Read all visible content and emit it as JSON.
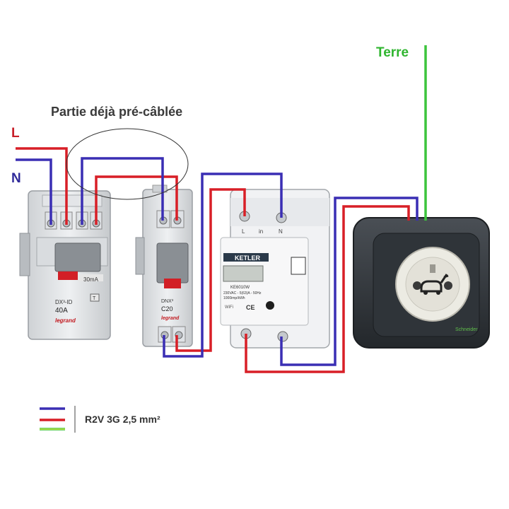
{
  "labels": {
    "terre": "Terre",
    "phase": "L",
    "neutral": "N",
    "prewired_note": "Partie déjà pré-câblée"
  },
  "legend": {
    "cable": "R2V 3G 2,5 mm²"
  },
  "devices": {
    "differential": {
      "type_label": "DX³-ID",
      "rating": "40A",
      "sensitivity": "30mA",
      "brand": "legrand",
      "test_label": "T"
    },
    "breaker": {
      "type_label": "DNX³",
      "rating": "C20",
      "brand": "legrand"
    },
    "meter": {
      "brand": "KETLER",
      "model": "KE6010W",
      "spec_line1": "230VAC - 5(63)A - 50Hz",
      "spec_line2": "1000imp/kWh",
      "wifi": "WiFi",
      "ce": "CE",
      "terminal_l": "L",
      "terminal_in": "in",
      "terminal_n": "N"
    },
    "outlet": {
      "brand": "Schneider"
    }
  },
  "colors": {
    "phase_wire": "#d81f27",
    "neutral_wire": "#3a2eb4",
    "earth_wire": "#3cc43c",
    "label_phase": "#c8202a",
    "label_neutral": "#2f2a9a",
    "label_terre": "#2fb52f",
    "text_dark": "#3a3a3a"
  }
}
